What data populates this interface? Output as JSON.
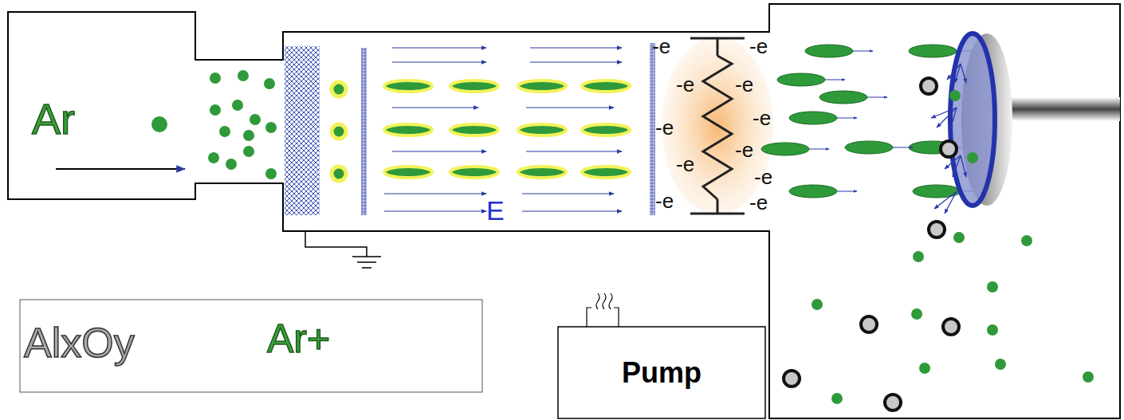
{
  "diagram": {
    "nodes": [
      {
        "text": [
          "Pump"
        ]
      }
    ],
    "labels": [
      "Ar",
      "E",
      "-e",
      "-e",
      "-e",
      "-e",
      "-e",
      "-e",
      "-e",
      "-e",
      "-e",
      "-e",
      "-e"
    ],
    "legend": [
      {
        "text": "AlxOy"
      },
      {
        "text": "Ar+"
      }
    ]
  }
}
